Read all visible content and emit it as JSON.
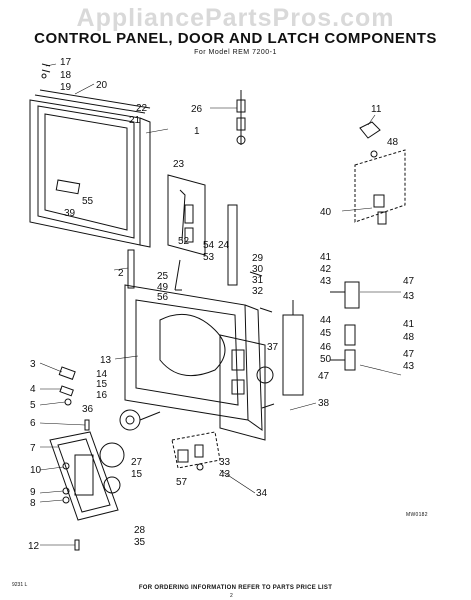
{
  "watermark": "AppliancePartsPros.com",
  "title": "CONTROL PANEL, DOOR AND LATCH COMPONENTS",
  "model": "For Model REM 7200-1",
  "drawing_code": "MW0182",
  "footer": "FOR ORDERING INFORMATION REFER TO PARTS PRICE LIST",
  "page_code": "9231 L",
  "page_number": "2",
  "callouts": {
    "c17": "17",
    "c18": "18",
    "c19": "19",
    "c20": "20",
    "c22": "22",
    "c21": "21",
    "c1": "1",
    "c26": "26",
    "c11": "11",
    "c48a": "48",
    "c23": "23",
    "c55": "55",
    "c39": "39",
    "c40": "40",
    "c52": "52",
    "c54": "54",
    "c24": "24",
    "c53": "53",
    "c29": "29",
    "c30": "30",
    "c31": "31",
    "c32": "32",
    "c41a": "41",
    "c42": "42",
    "c43a": "43",
    "c47a": "47",
    "c43b": "43",
    "c2": "2",
    "c25": "25",
    "c49": "49",
    "c56": "56",
    "c44": "44",
    "c41b": "41",
    "c45": "45",
    "c48b": "48",
    "c46": "46",
    "c47b": "47",
    "c50": "50",
    "c43c": "43",
    "c47c": "47",
    "c13": "13",
    "c37": "37",
    "c3": "3",
    "c14": "14",
    "c4": "4",
    "c15a": "15",
    "c16": "16",
    "c5": "5",
    "c36": "36",
    "c38": "38",
    "c6": "6",
    "c7": "7",
    "c27": "27",
    "c15b": "15",
    "c33": "33",
    "c10": "10",
    "c43d": "43",
    "c34": "34",
    "c57": "57",
    "c9": "9",
    "c8": "8",
    "c28": "28",
    "c35": "35",
    "c12": "12"
  }
}
